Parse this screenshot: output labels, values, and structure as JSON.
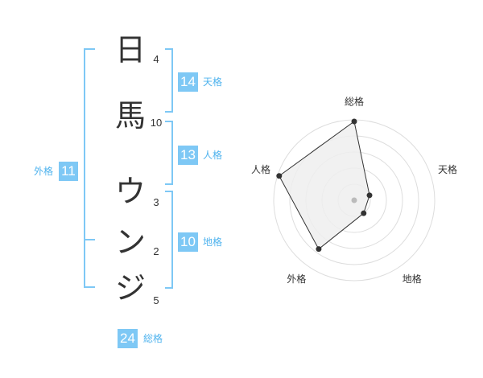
{
  "colors": {
    "accent": "#7ec8f5",
    "label_text": "#4fb3ee",
    "character_text": "#333333",
    "radar_fill": "#eeeeee",
    "radar_ring": "#dddddd",
    "radar_point": "#333333",
    "radar_center": "#bbbbbb"
  },
  "name": {
    "characters": [
      {
        "char": "日",
        "strokes": "4"
      },
      {
        "char": "馬",
        "strokes": "10"
      },
      {
        "char": "ウ",
        "strokes": "3"
      },
      {
        "char": "ン",
        "strokes": "2"
      },
      {
        "char": "ジ",
        "strokes": "5"
      }
    ]
  },
  "scores": {
    "tenkaku": {
      "label": "天格",
      "value": "14"
    },
    "jinkaku": {
      "label": "人格",
      "value": "13"
    },
    "chikaku": {
      "label": "地格",
      "value": "10"
    },
    "gaikaku": {
      "label": "外格",
      "value": "11"
    },
    "soukaku": {
      "label": "総格",
      "value": "24"
    }
  },
  "chart_data": {
    "type": "radar",
    "axes": [
      "総格",
      "天格",
      "地格",
      "外格",
      "人格"
    ],
    "values": [
      0.98,
      0.2,
      0.2,
      0.75,
      0.98
    ],
    "rings": 5,
    "range": [
      0,
      1
    ]
  }
}
